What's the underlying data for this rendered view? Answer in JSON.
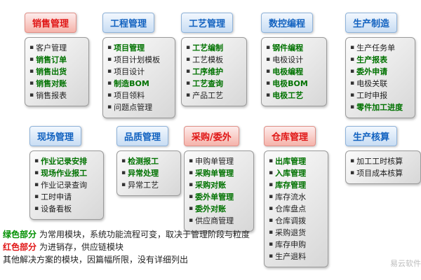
{
  "groups": [
    {
      "id": "sales",
      "color": "red",
      "title": "销售管理",
      "items": [
        {
          "text": "客户管理",
          "highlight": false
        },
        {
          "text": "销售订单",
          "highlight": true
        },
        {
          "text": "销售出货",
          "highlight": true
        },
        {
          "text": "销售对账",
          "highlight": true
        },
        {
          "text": "销售报表",
          "highlight": false
        }
      ]
    },
    {
      "id": "engineering",
      "color": "blue",
      "title": "工程管理",
      "items": [
        {
          "text": "项目管理",
          "highlight": true
        },
        {
          "text": "项目计划模板",
          "highlight": false
        },
        {
          "text": "项目设计",
          "highlight": false
        },
        {
          "text": "制造BOM",
          "highlight": true
        },
        {
          "text": "项目领料",
          "highlight": false
        },
        {
          "text": "问题点管理",
          "highlight": false
        }
      ]
    },
    {
      "id": "process",
      "color": "blue",
      "title": "工艺管理",
      "items": [
        {
          "text": "工艺编制",
          "highlight": true
        },
        {
          "text": "工艺模板",
          "highlight": false
        },
        {
          "text": "工序维护",
          "highlight": true
        },
        {
          "text": "工艺查询",
          "highlight": true
        },
        {
          "text": "产品工艺",
          "highlight": false
        }
      ]
    },
    {
      "id": "cnc",
      "color": "blue",
      "title": "数控编程",
      "items": [
        {
          "text": "钢件编程",
          "highlight": true
        },
        {
          "text": "电极设计",
          "highlight": false
        },
        {
          "text": "电极编程",
          "highlight": true
        },
        {
          "text": "电极BOM",
          "highlight": true
        },
        {
          "text": "电极工艺",
          "highlight": true
        }
      ]
    },
    {
      "id": "manufacture",
      "color": "blue",
      "title": "生产制造",
      "items": [
        {
          "text": "生产任务单",
          "highlight": false
        },
        {
          "text": "生产报表",
          "highlight": true
        },
        {
          "text": "委外申请",
          "highlight": true
        },
        {
          "text": "电极关联",
          "highlight": false
        },
        {
          "text": "工时申报",
          "highlight": false
        },
        {
          "text": "零件加工进度",
          "highlight": true
        }
      ]
    },
    {
      "id": "site",
      "color": "blue",
      "title": "现场管理",
      "items": [
        {
          "text": "作业记录安排",
          "highlight": true
        },
        {
          "text": "现场作业报工",
          "highlight": true
        },
        {
          "text": "作业记录查询",
          "highlight": false
        },
        {
          "text": "工时申请",
          "highlight": false
        },
        {
          "text": "设备看板",
          "highlight": false
        }
      ]
    },
    {
      "id": "quality",
      "color": "blue",
      "title": "品质管理",
      "items": [
        {
          "text": "检测报工",
          "highlight": true
        },
        {
          "text": "异常处理",
          "highlight": true
        },
        {
          "text": "异常工艺",
          "highlight": false
        }
      ]
    },
    {
      "id": "purchase",
      "color": "red",
      "title": "采购/委外",
      "items": [
        {
          "text": "申购单管理",
          "highlight": false
        },
        {
          "text": "采购单管理",
          "highlight": true
        },
        {
          "text": "采购对账",
          "highlight": true
        },
        {
          "text": "委外单管理",
          "highlight": true
        },
        {
          "text": "委外对账",
          "highlight": true
        },
        {
          "text": "供应商管理",
          "highlight": false
        }
      ]
    },
    {
      "id": "warehouse",
      "color": "red",
      "title": "仓库管理",
      "items": [
        {
          "text": "出库管理",
          "highlight": true
        },
        {
          "text": "入库管理",
          "highlight": true
        },
        {
          "text": "库存管理",
          "highlight": true
        },
        {
          "text": "库存流水",
          "highlight": false
        },
        {
          "text": "仓库盘点",
          "highlight": false
        },
        {
          "text": "仓库调拨",
          "highlight": false
        },
        {
          "text": "采购退货",
          "highlight": false
        },
        {
          "text": "库存申购",
          "highlight": false
        },
        {
          "text": "生产退料",
          "highlight": false
        }
      ]
    },
    {
      "id": "accounting",
      "color": "blue",
      "title": "生产核算",
      "items": [
        {
          "text": "加工工时核算",
          "highlight": false
        },
        {
          "text": "项目成本核算",
          "highlight": false
        }
      ]
    }
  ],
  "notes": [
    {
      "lead": "绿色部分",
      "lead_color": "green",
      "text": "为常用模块，系统功能流程可变，取决于管理阶段与粒度"
    },
    {
      "lead": "红色部分",
      "lead_color": "red",
      "text": "为进销存，供应链模块"
    },
    {
      "lead": "",
      "lead_color": "",
      "text": "其他解决方案的模块，因篇幅所限，没有详细列出"
    }
  ],
  "watermark": "易云软件",
  "colors": {
    "highlight_green": "#007200",
    "header_red": "#e01515",
    "header_blue": "#1262c0",
    "body_gray": "#d7d7d7"
  }
}
